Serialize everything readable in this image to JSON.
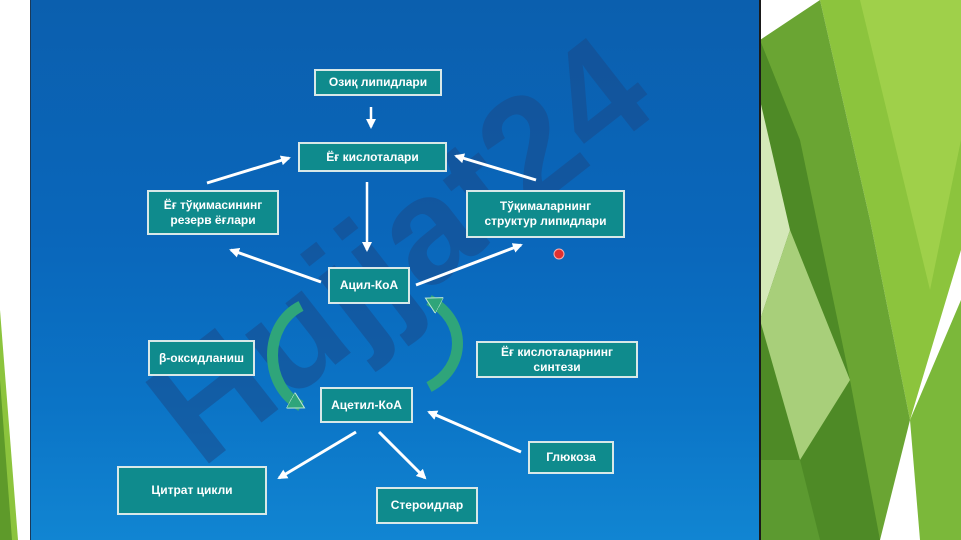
{
  "diagram": {
    "nodes": {
      "ozik_lipidlari": "Озиқ липидлари",
      "yog_kislotalari": "Ёғ кислоталари",
      "yog_tuqima_rezerv": "Ёғ тўқимасининг резерв ёғлари",
      "tuqima_strukt_lipid": "Тўқималарнинг структур липидлари",
      "atsil_koa": "Ацил-КоА",
      "beta_oksidlanish": "β-оксидланиш",
      "yog_kislota_sintez": "Ёғ кислоталарнинг синтези",
      "atsetil_koa": "Ацетил-КоА",
      "glyukoza": "Глюкоза",
      "tsitrat_tsikli": "Цитрат цикли",
      "steroidlar": "Стероидлар"
    }
  },
  "watermark": {
    "text": "Hujjat24",
    "color": "#1a4a8a"
  },
  "colors": {
    "slide_bg_top": "#0b5fae",
    "slide_bg_bottom": "#1185d2",
    "node_fill": "#0f8b8d",
    "node_border": "#d8e8e8",
    "arrow": "#ffffff",
    "cycle_arrow": "#2fa57a",
    "deco_green": "#8cc43d"
  }
}
